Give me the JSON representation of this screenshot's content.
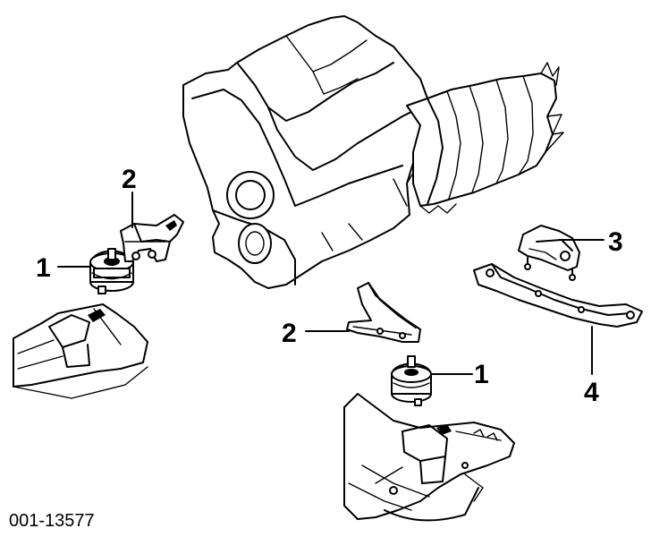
{
  "callouts": {
    "label_1": "1",
    "label_2": "2",
    "label_3": "3",
    "label_4": "4"
  },
  "figure_code": "001-13577",
  "colors": {
    "ink": "#000000",
    "paper": "#ffffff"
  }
}
